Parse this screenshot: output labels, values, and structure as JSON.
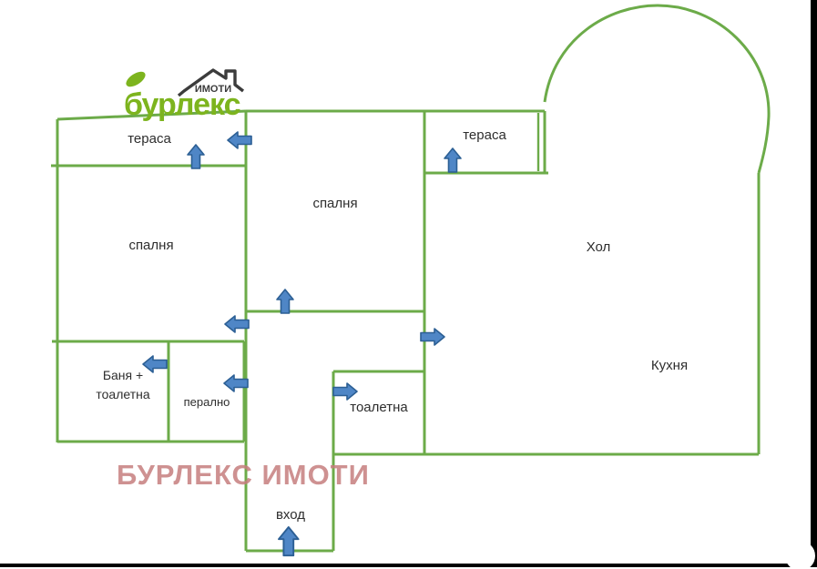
{
  "logo": {
    "brand": "бурлекс",
    "tagline": "ИМОТИ"
  },
  "watermark": {
    "text": "БУРЛЕКС ИМОТИ"
  },
  "rooms": [
    {
      "id": "terrace-left",
      "label": "тераса"
    },
    {
      "id": "bedroom-middle",
      "label": "спалня"
    },
    {
      "id": "terrace-top",
      "label": "тераса"
    },
    {
      "id": "bedroom-left",
      "label": "спалня"
    },
    {
      "id": "living-room",
      "label": "Хол"
    },
    {
      "id": "kitchen",
      "label": "Кухня"
    },
    {
      "id": "bathroom",
      "label_line1": "Баня +",
      "label_line2": "тоалетна"
    },
    {
      "id": "laundry",
      "label": "перално"
    },
    {
      "id": "toilet",
      "label": "тоалетна"
    },
    {
      "id": "entrance",
      "label": "вход"
    }
  ],
  "icons": {
    "door_arrows": [
      {
        "name": "terrace-left-door-arrow",
        "direction": "up"
      },
      {
        "name": "terrace-left-side-arrow",
        "direction": "left"
      },
      {
        "name": "terrace-top-door-arrow",
        "direction": "up"
      },
      {
        "name": "bedroom-middle-door-arrow",
        "direction": "up"
      },
      {
        "name": "bedroom-left-door-arrow",
        "direction": "left"
      },
      {
        "name": "living-room-door-arrow",
        "direction": "right"
      },
      {
        "name": "bathroom-door-arrow",
        "direction": "left"
      },
      {
        "name": "laundry-door-arrow",
        "direction": "left"
      },
      {
        "name": "toilet-door-arrow",
        "direction": "right"
      },
      {
        "name": "entrance-door-arrow",
        "direction": "up"
      }
    ]
  },
  "colors": {
    "wall": "#6cab49",
    "logo_green": "#7db41e",
    "logo_dark": "#3c3c3c",
    "arrow_fill": "#4f86c6",
    "arrow_stroke": "#2c5f94",
    "label_text": "#2e2e2e",
    "watermark": "#c67e7e",
    "edge_black": "#000000"
  }
}
